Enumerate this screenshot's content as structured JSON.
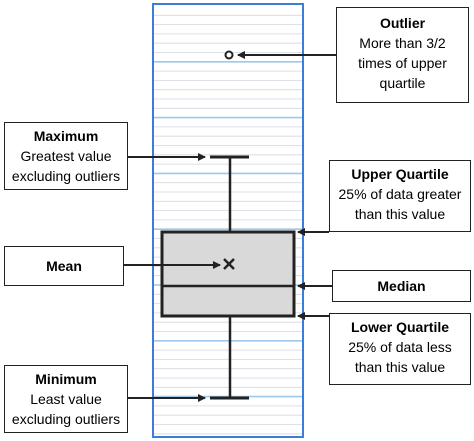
{
  "labels": {
    "outlier": {
      "title": "Outlier",
      "line1": "More than 3/2",
      "line2": "times of upper",
      "line3": "quartile"
    },
    "maximum": {
      "title": "Maximum",
      "line1": "Greatest value",
      "line2": "excluding outliers"
    },
    "upper_quartile": {
      "title": "Upper Quartile",
      "line1": "25% of data greater",
      "line2": "than this value"
    },
    "mean": {
      "title": "Mean"
    },
    "median": {
      "title": "Median"
    },
    "lower_quartile": {
      "title": "Lower Quartile",
      "line1": "25% of data less",
      "line2": "than this value"
    },
    "minimum": {
      "title": "Minimum",
      "line1": "Least value",
      "line2": "excluding outliers"
    }
  },
  "colors": {
    "frame": "#3b7dd8",
    "band_line": "#9ec8ea",
    "stripe_line": "#d6d6e0",
    "box_fill": "#d9d9d9",
    "stroke": "#222222"
  }
}
